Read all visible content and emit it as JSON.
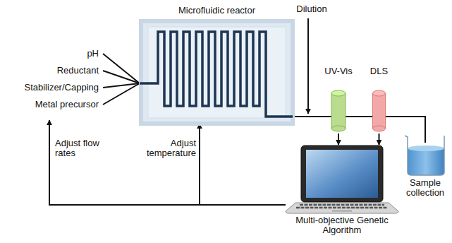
{
  "diagram": {
    "nodes": [
      {
        "text": [
          "Microfluidic reactor"
        ]
      },
      {
        "text": [
          "UV-Vis"
        ]
      },
      {
        "text": [
          "DLS"
        ]
      },
      {
        "text": [
          "Sample collection"
        ]
      },
      {
        "text": [
          "Multi-objective Genetic Algorithm"
        ]
      }
    ],
    "edges": [
      {
        "from": 0,
        "to": 3,
        "arrow": "none"
      },
      {
        "from": 1,
        "to": 4,
        "arrow": "to"
      },
      {
        "from": 2,
        "to": 4,
        "arrow": "to"
      },
      {
        "from": 4,
        "to": 0,
        "label": "Adjust temperature",
        "arrow": "to"
      }
    ],
    "labels": [
      "pH",
      "Reductant",
      "Stabilizer/Capping",
      "Metal precursor",
      "Dilution",
      "Adjust flow rates"
    ]
  }
}
